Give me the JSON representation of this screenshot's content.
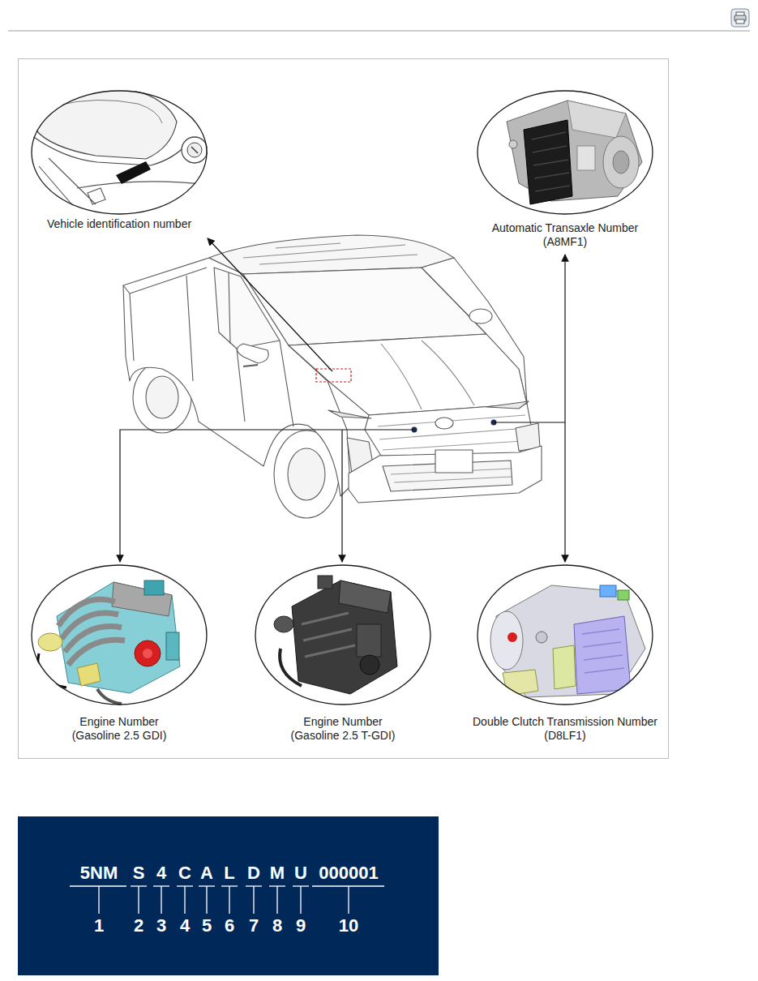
{
  "diagram": {
    "nodes": [
      {
        "text": [
          "Vehicle identification number"
        ]
      },
      {
        "text": [
          "Automatic Transaxle Number (A8MF1)"
        ]
      },
      {
        "text": [
          "Engine Number (Gasoline 2.5 GDI)"
        ]
      },
      {
        "text": [
          "Engine Number (Gasoline 2.5 T-GDI)"
        ]
      },
      {
        "text": [
          "Double Clutch Transmission Number (D8LF1)"
        ]
      },
      {
        "text": [
          "5NM",
          "S",
          "4",
          "C",
          "A",
          "L",
          "D",
          "M",
          "U",
          "000001",
          "1",
          "2",
          "3",
          "4",
          "5",
          "6",
          "7",
          "8",
          "9",
          "10"
        ]
      }
    ]
  }
}
